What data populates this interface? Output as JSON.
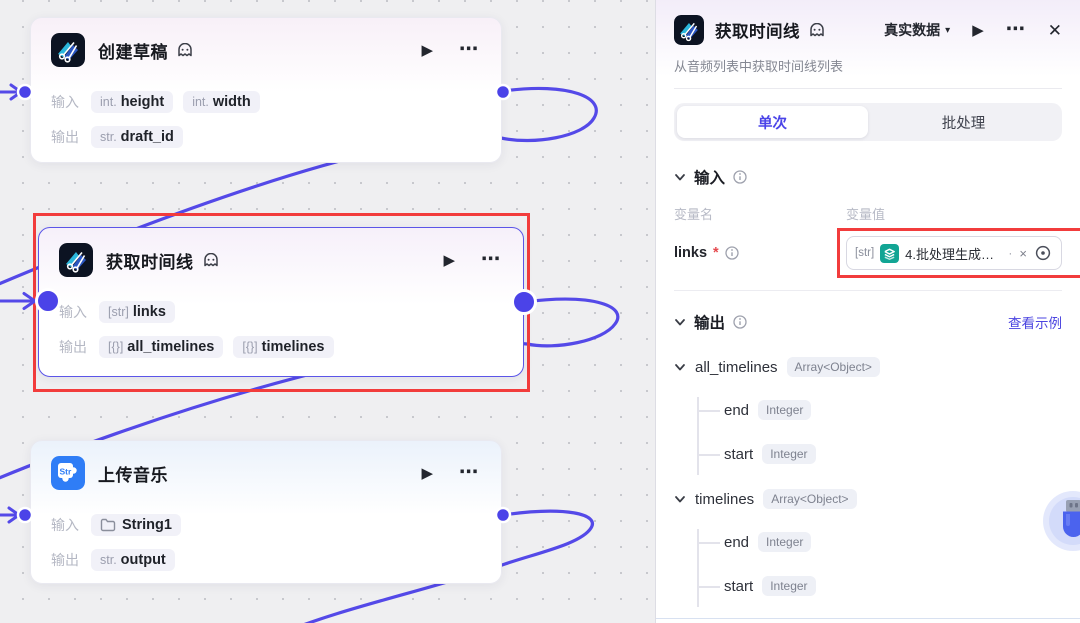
{
  "icons": {
    "play": "▶",
    "more": "⋯",
    "close": "✕",
    "caret_down": "▾",
    "remove": "×",
    "separator": "·"
  },
  "canvas": {
    "nodes": [
      {
        "title": "创建草稿",
        "input_label": "输入",
        "output_label": "输出",
        "inputs": [
          {
            "type": "int.",
            "name": "height"
          },
          {
            "type": "int.",
            "name": "width"
          }
        ],
        "outputs": [
          {
            "type": "str.",
            "name": "draft_id"
          }
        ]
      },
      {
        "title": "获取时间线",
        "input_label": "输入",
        "output_label": "输出",
        "inputs": [
          {
            "type": "[str]",
            "name": "links"
          }
        ],
        "outputs": [
          {
            "type": "[{}]",
            "name": "all_timelines"
          },
          {
            "type": "[{}]",
            "name": "timelines"
          }
        ]
      },
      {
        "title": "上传音乐",
        "input_label": "输入",
        "output_label": "输出",
        "inputs": [
          {
            "name": "String1"
          }
        ],
        "outputs": [
          {
            "type": "str.",
            "name": "output"
          }
        ]
      }
    ]
  },
  "panel": {
    "title": "获取时间线",
    "data_mode": "真实数据",
    "description": "从音频列表中获取时间线列表",
    "tabs": {
      "single": "单次",
      "batch": "批处理"
    },
    "input_section": {
      "title": "输入",
      "col_name": "变量名",
      "col_value": "变量值",
      "param": {
        "name": "links",
        "required": "*",
        "value_type": "[str]",
        "value": "4.批处理生成…"
      }
    },
    "output_section": {
      "title": "输出",
      "view_example": "查看示例",
      "tree": [
        {
          "name": "all_timelines",
          "type": "Array<Object>",
          "children": [
            {
              "name": "end",
              "type": "Integer"
            },
            {
              "name": "start",
              "type": "Integer"
            }
          ]
        },
        {
          "name": "timelines",
          "type": "Array<Object>",
          "children": [
            {
              "name": "end",
              "type": "Integer"
            },
            {
              "name": "start",
              "type": "Integer"
            }
          ]
        }
      ]
    },
    "colors": {
      "accent": "#4f46e5",
      "selection_red": "#f23c3c",
      "value_chip_teal": "#12a594",
      "plugin_blue": "#2f7df6"
    }
  }
}
